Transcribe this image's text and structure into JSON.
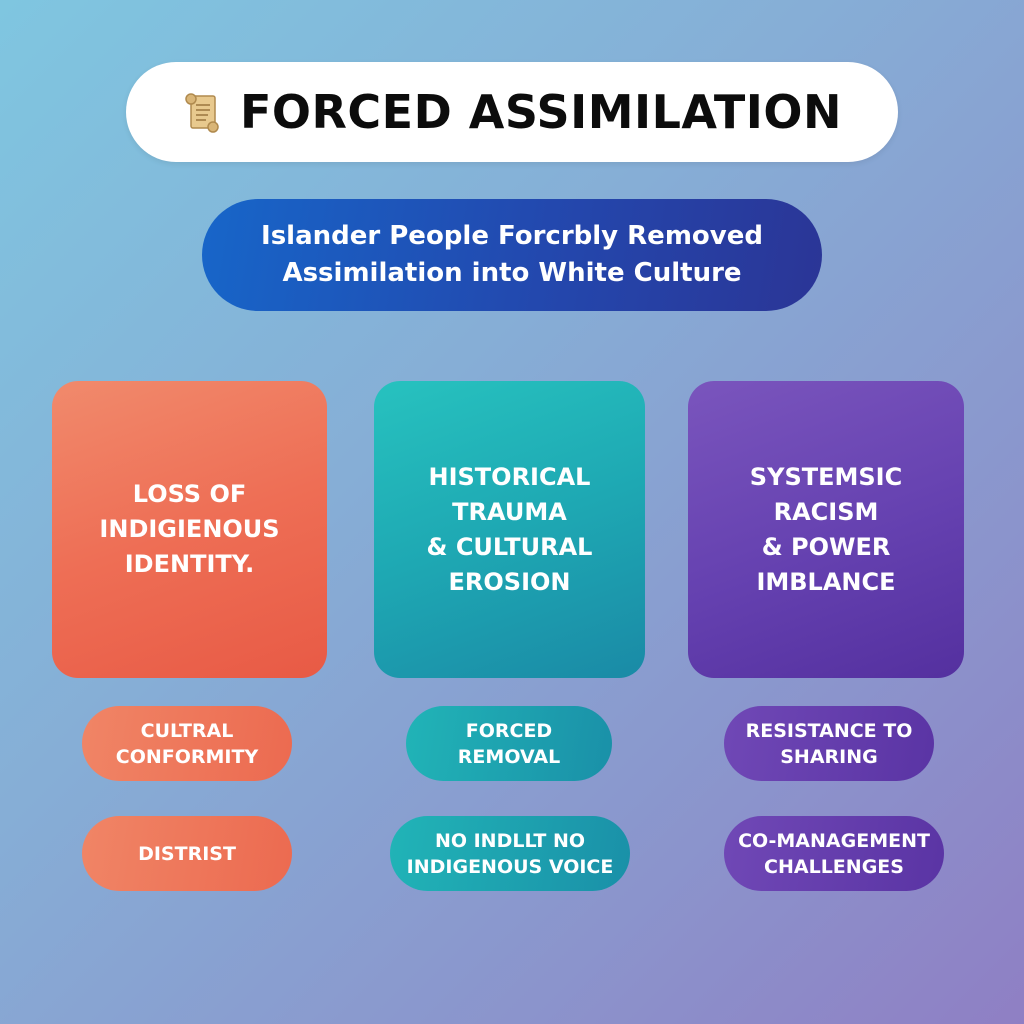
{
  "header": {
    "icon": "scroll-icon",
    "title": "FORCED ASSIMILATION"
  },
  "subtitle": {
    "line1": "Islander People Forcrbly Removed",
    "line2": "Assimilation into White Culture"
  },
  "columns": [
    {
      "color": "#ee6e55",
      "card": "LOSS OF\nINDIGIENOUS\nIDENTITY.",
      "pills": [
        "CULTRAL\nCONFORMITY",
        "DISTRIST"
      ]
    },
    {
      "color": "#1ea8b3",
      "card": "HISTORICAL\nTRAUMA\n& CULTURAL\nEROSION",
      "pills": [
        "FORCED\nREMOVAL",
        "NO INDLLT NO\nINDIGENOUS VOICE"
      ]
    },
    {
      "color": "#6541b0",
      "card": "SYSTEMSIC\nRACISM\n& POWER IMBLANCE",
      "pills": [
        "RESISTANCE TO\nSHARING",
        "CO-MANAGEMENT\nCHALLENGES"
      ]
    }
  ]
}
